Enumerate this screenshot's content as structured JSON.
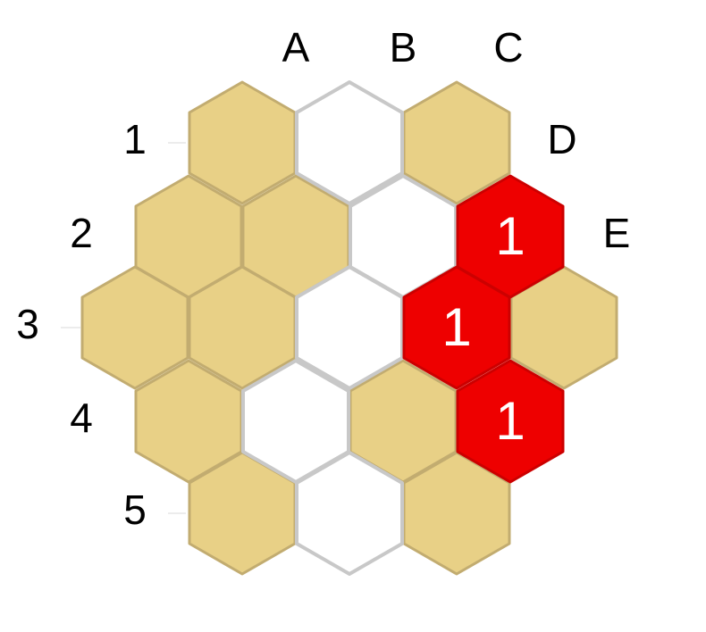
{
  "colors": {
    "sand_fill": "#E8D086",
    "sand_stroke": "#C2AC70",
    "white_fill": "#FFFFFF",
    "white_stroke": "#C8C8C8",
    "red_fill": "#EE0000",
    "red_stroke": "#CC0000"
  },
  "column_labels": [
    "A",
    "B",
    "C",
    "D",
    "E"
  ],
  "row_labels": [
    "1",
    "2",
    "3",
    "4",
    "5"
  ],
  "cells": [
    {
      "id": "1-0",
      "state": "sand",
      "value": ""
    },
    {
      "id": "1-1",
      "state": "white",
      "value": ""
    },
    {
      "id": "1-2",
      "state": "sand",
      "value": ""
    },
    {
      "id": "2-0",
      "state": "sand",
      "value": ""
    },
    {
      "id": "2-1",
      "state": "sand",
      "value": ""
    },
    {
      "id": "2-2",
      "state": "white",
      "value": ""
    },
    {
      "id": "2-3",
      "state": "red",
      "value": "1"
    },
    {
      "id": "3-0",
      "state": "sand",
      "value": ""
    },
    {
      "id": "3-1",
      "state": "sand",
      "value": ""
    },
    {
      "id": "3-2",
      "state": "white",
      "value": ""
    },
    {
      "id": "3-3",
      "state": "red",
      "value": "1"
    },
    {
      "id": "3-4",
      "state": "sand",
      "value": ""
    },
    {
      "id": "4-0",
      "state": "sand",
      "value": ""
    },
    {
      "id": "4-1",
      "state": "white",
      "value": ""
    },
    {
      "id": "4-2",
      "state": "sand",
      "value": ""
    },
    {
      "id": "4-3",
      "state": "red",
      "value": "1"
    },
    {
      "id": "5-0",
      "state": "sand",
      "value": ""
    },
    {
      "id": "5-1",
      "state": "white",
      "value": ""
    },
    {
      "id": "5-2",
      "state": "sand",
      "value": ""
    }
  ]
}
